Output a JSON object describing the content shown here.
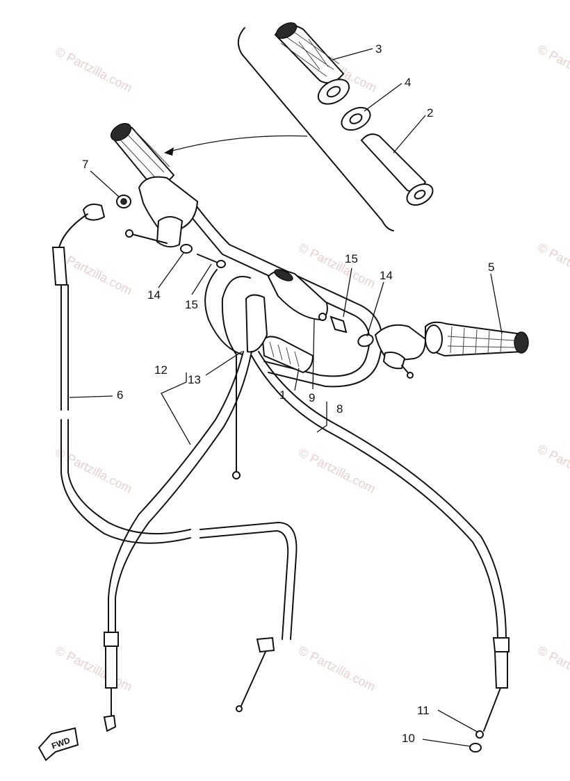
{
  "watermarks": [
    "© Partzilla.com",
    "© Partzilla.com",
    "© Partzilla.com",
    "© Partzilla.com",
    "© Partzilla.com",
    "© Partzilla.com",
    "© Partzilla.com",
    "© Partzilla.com",
    "© Partzilla.com",
    "© Partzilla.com",
    "© Partzilla.com",
    "© Partzilla.com"
  ],
  "labels": {
    "l1": "1",
    "l2": "2",
    "l3": "3",
    "l4": "4",
    "l5": "5",
    "l6": "6",
    "l7": "7",
    "l8": "8",
    "l9": "9",
    "l10": "10",
    "l11": "11",
    "l12": "12",
    "l13": "13",
    "l14a": "14",
    "l14b": "14",
    "l15a": "15",
    "l15b": "15"
  },
  "fwd_marker": "FWD"
}
